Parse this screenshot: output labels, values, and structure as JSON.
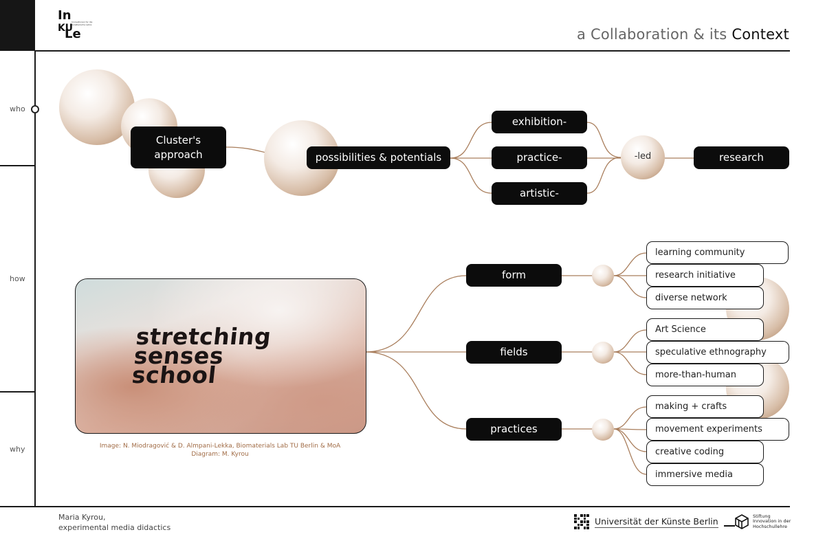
{
  "header": {
    "title_prefix": "a Collaboration & its ",
    "title_emphasis": "Context"
  },
  "logo": {
    "line1": "In",
    "line2": "KU",
    "line3": "Le",
    "tagline": "Innovationen fur die Kunstlerische Lehre"
  },
  "side": {
    "who": "who",
    "how": "how",
    "why": "why"
  },
  "who_row": {
    "approach": "Cluster's approach",
    "possibilities": "possibilities & potentials",
    "branches": [
      "exhibition-",
      "practice-",
      "artistic-"
    ],
    "led": "-led",
    "research": "research"
  },
  "how_row": {
    "categories": [
      {
        "label": "form",
        "items": [
          "learning community",
          "research initiative",
          "diverse network"
        ]
      },
      {
        "label": "fields",
        "items": [
          "Art Science",
          "speculative ethnography",
          "more-than-human"
        ]
      },
      {
        "label": "practices",
        "items": [
          "making + crafts",
          "movement experiments",
          "creative coding",
          "immersive media"
        ]
      }
    ]
  },
  "photo": {
    "text_lines": [
      "stretching",
      "senses",
      "school"
    ]
  },
  "caption": {
    "line1": "Image: N. Miodragović & D. Almpani-Lekka, Biomaterials Lab TU Berlin & MoA",
    "line2": "Diagram: M. Kyrou"
  },
  "footer": {
    "author": "Maria Kyrou,",
    "role": "experimental media didactics",
    "university": "Universität der Künste Berlin",
    "foundation_line1": "Stiftung",
    "foundation_line2": "Innovation in der",
    "foundation_line3": "Hochschullehre"
  },
  "colors": {
    "accent": "#a97e5c",
    "pill": "#0c0c0c",
    "caption": "#a06b45"
  }
}
